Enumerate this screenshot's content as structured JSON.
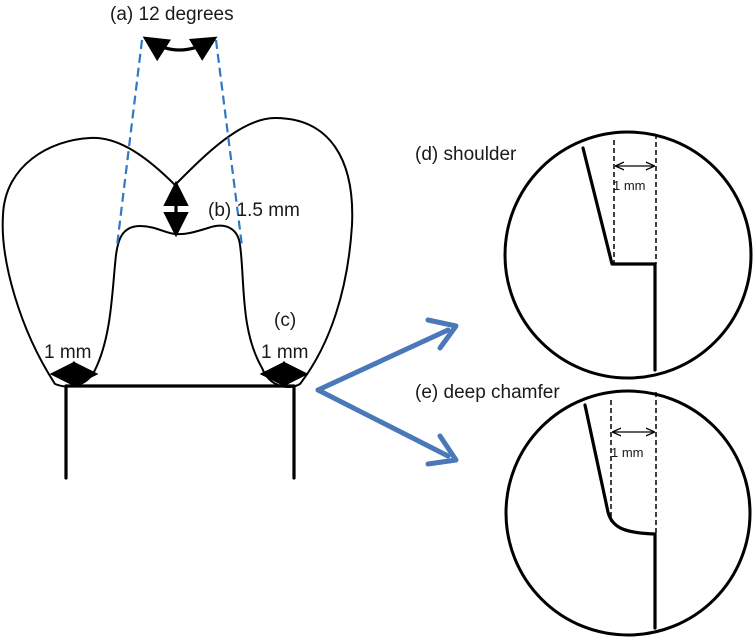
{
  "labels": {
    "taper": "(a) 12 degrees",
    "occlusal": "(b) 1.5 mm",
    "margin_marker": "(c)",
    "margin_left": "1 mm",
    "margin_right": "1 mm",
    "shoulder_title": "(d) shoulder",
    "shoulder_width": "1 mm",
    "chamfer_title": "(e) deep chamfer",
    "chamfer_width": "1 mm"
  },
  "colors": {
    "outline": "#000000",
    "taper_lines": "#2f78c4",
    "arrows": "#4a78b8"
  }
}
